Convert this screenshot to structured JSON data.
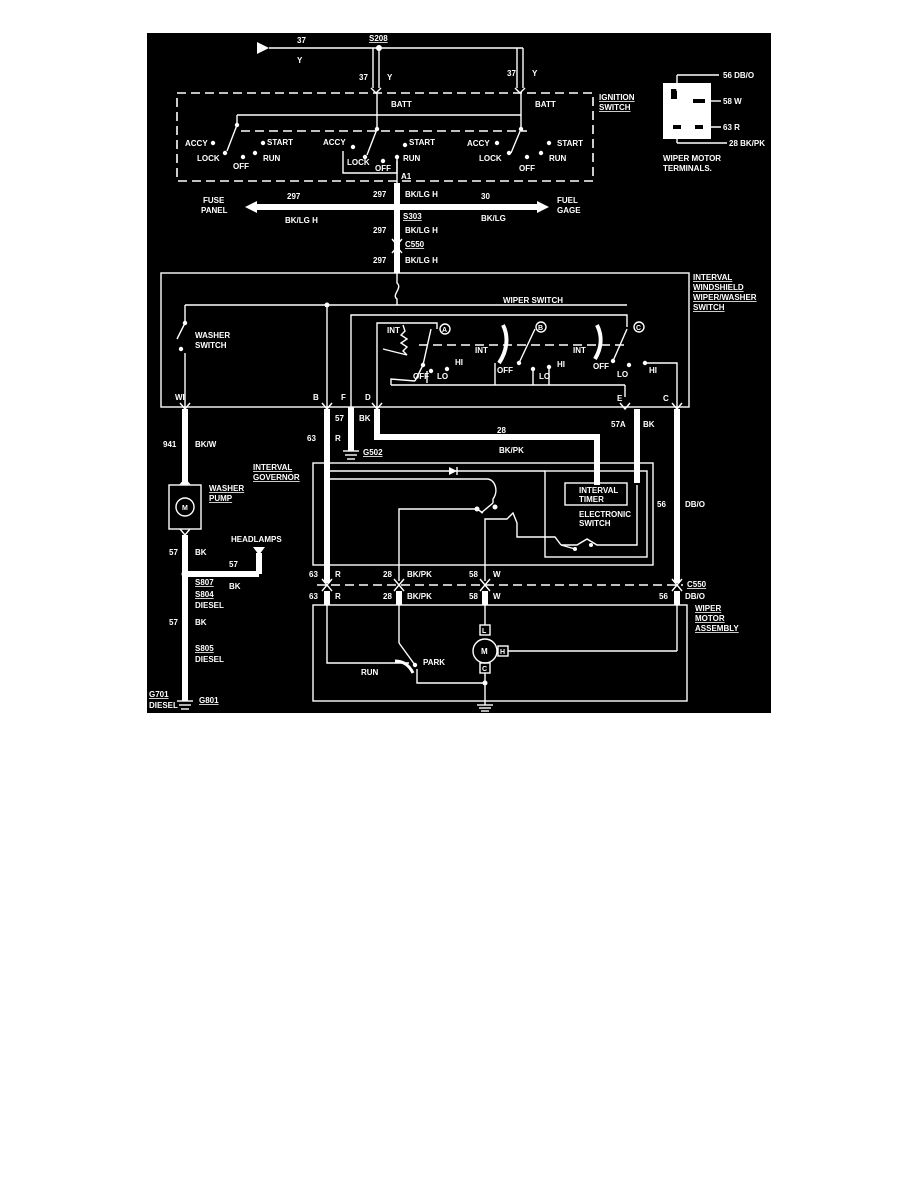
{
  "colors": {
    "background": "#000000",
    "ink": "#ffffff",
    "page": "#ffffff"
  },
  "diagram": {
    "splices": {
      "s208": "S208",
      "s303": "S303",
      "s807": "S807",
      "s804": "S804",
      "s805": "S805"
    },
    "connectors": {
      "c550_top": "C550",
      "c550_right": "C550"
    },
    "grounds": {
      "g502": "G502",
      "g701": "G701",
      "g801": "G801",
      "diesel_g": "DIESEL"
    },
    "top_feed": {
      "circuit": "37",
      "color": "Y"
    },
    "ignition": {
      "title_1": "IGNITION",
      "title_2": "SWITCH",
      "left_circuit": "37",
      "left_color": "Y",
      "right_circuit": "37",
      "right_color": "Y",
      "batt": "BATT",
      "accy": "ACCY",
      "start": "START",
      "lock": "LOCK",
      "off": "OFF",
      "run": "RUN",
      "a1": "A1"
    },
    "bus": {
      "circuit_297": "297",
      "color_bklgh": "BK/LG H",
      "fuse_panel_1": "FUSE",
      "fuse_panel_2": "PANEL",
      "circuit_30": "30",
      "color_bklg": "BK/LG",
      "fuel_gage_1": "FUEL",
      "fuel_gage_2": "GAGE"
    },
    "motor_terminals": {
      "t56": "56 DB/O",
      "t58": "58 W",
      "t63": "63 R",
      "t28": "28 BK/PK",
      "label_1": "WIPER MOTOR",
      "label_2": "TERMINALS."
    },
    "interval_switch": {
      "title_1": "INTERVAL",
      "title_2": "WINDSHIELD",
      "title_3": "WIPER/WASHER",
      "title_4": "SWITCH",
      "wiper_switch": "WIPER SWITCH",
      "washer_1": "WASHER",
      "washer_2": "SWITCH",
      "int": "INT",
      "hi": "HI",
      "lo": "LO",
      "sec_a": "A",
      "sec_b": "B",
      "sec_c": "C",
      "pin_wi": "WI",
      "pin_b": "B",
      "pin_f": "F",
      "pin_d": "D",
      "pin_e": "E",
      "pin_c": "C"
    },
    "wires": {
      "c941": "941",
      "bkw": "BK/W",
      "c63": "63",
      "r": "R",
      "c57": "57",
      "bk": "BK",
      "c28": "28",
      "bkpk": "BK/PK",
      "c57a": "57A",
      "c56": "56",
      "dbo": "DB/O",
      "c58": "58",
      "w": "W"
    },
    "washer_pump": {
      "title_1": "WASHER",
      "title_2": "PUMP",
      "motor": "M"
    },
    "headlamps": "HEADLAMPS",
    "diesel": "DIESEL",
    "governor": {
      "title_1": "INTERVAL",
      "title_2": "GOVERNOR",
      "timer_1": "INTERVAL",
      "timer_2": "TIMER",
      "electronic_1": "ELECTRONIC",
      "electronic_2": "SWITCH"
    },
    "motor_assembly": {
      "title_1": "WIPER",
      "title_2": "MOTOR",
      "title_3": "ASSEMBLY",
      "run": "RUN",
      "park": "PARK",
      "m": "M",
      "l": "L",
      "h": "H",
      "c": "C"
    }
  }
}
